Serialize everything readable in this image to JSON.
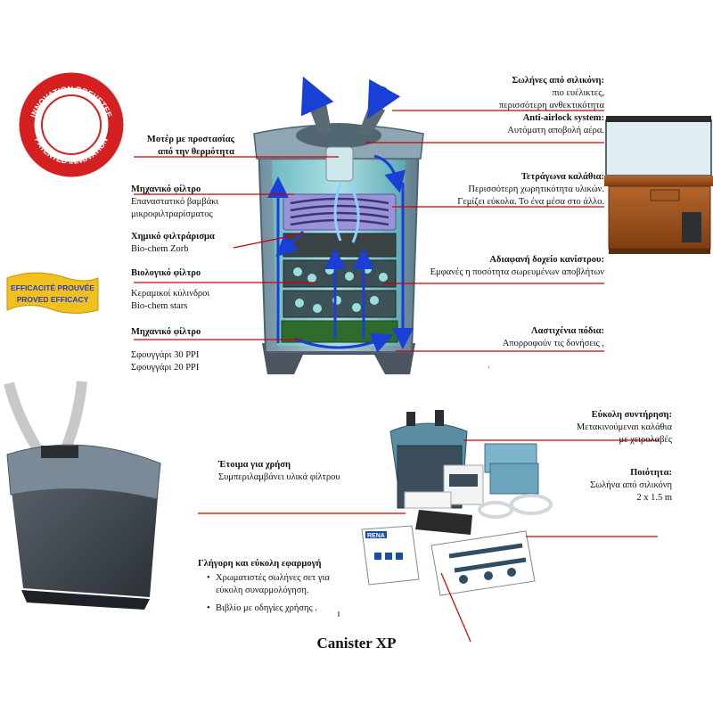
{
  "caption": "Canister XP",
  "seals": {
    "patent_top": "INNOVATION BREVETEE",
    "patent_bottom": "PATENTED INNOVATION",
    "efficacy_line1": "EFFICACITÉ PROUVÉE",
    "efficacy_line2": "PROVED EFFICACY"
  },
  "left_labels": {
    "motor": {
      "title": "Μοτέρ με προστασίας",
      "text": "από την θερμότητα"
    },
    "mech1": {
      "title": "Μηχανικό φίλτρο",
      "l1": "Επαναστατικό βαμβάκι",
      "l2": "μικροφιλτραρίσματος"
    },
    "chem": {
      "title": "Χημικό φιλτράρισμα",
      "l1": "Bio-chem Zorb"
    },
    "bio": {
      "title": "Βιολογικό φίλτρο",
      "l1": "Κεραμικοί κύλινδροι",
      "l2": "Bio-chem stars"
    },
    "mech2": {
      "title": "Μηχανικό φίλτρο",
      "l1": "Σφουγγάρι 30 PPI",
      "l2": "Σφουγγάρι 20 PPI"
    }
  },
  "right_labels": {
    "hoses": {
      "title": "Σωλήνες από σιλικόνη:",
      "l1": "πιο ευέλικτες,",
      "l2": "περισσότερη ανθεκτικότητα"
    },
    "airlock": {
      "title": "Anti-airlock system:",
      "l1": "Αυτόματη αποβολή αέρα."
    },
    "baskets": {
      "title": "Τετράγωνα καλάθια:",
      "l1": "Περισσότερη χωρητικότητα υλικών.",
      "l2": "Γεμίζει εύκολα. Το ένα μέσα στο άλλο."
    },
    "canister": {
      "title": "Αδιαφανή δοχείο κανίστρου:",
      "l1": "Εμφανές η ποσότητα σωρευμένων αποβλήτων"
    },
    "feet": {
      "title": "Λαστιχένια πόδια:",
      "l1": "Απορροφούν τις δονήσεις ,"
    }
  },
  "bottom_labels": {
    "maint": {
      "title": "Εύκολη συντήρηση:",
      "l1": "Μετακινούμεναι καλάθια",
      "l2": "με χειρολαβές"
    },
    "quality": {
      "title": "Ποιότητα:",
      "l1": "Σωλήνα από σιλικόνη",
      "l2": "2 x 1.5 m"
    },
    "ready": {
      "title": "Έτοιμα για χρήση",
      "l1": "Συμπεριλαμβάνει υλικά φίλτρου"
    },
    "quick": {
      "title": "Γλήγορη και εύκολη εφαρμογή",
      "b1a": "Χρωματιστές σωλήνες σετ για",
      "b1b": "εύκολη συναρμολόγηση.",
      "b2": "Βιβλίο με οδηγίες χρήσης ."
    }
  },
  "package_text": {
    "brand": "RENA"
  },
  "colors": {
    "callout_line": "#cc0000",
    "seal_red": "#d42020",
    "seal_yellow": "#f2c01e",
    "flow_blue": "#1a3fd6",
    "canister_blue": "#7fa6b8"
  }
}
